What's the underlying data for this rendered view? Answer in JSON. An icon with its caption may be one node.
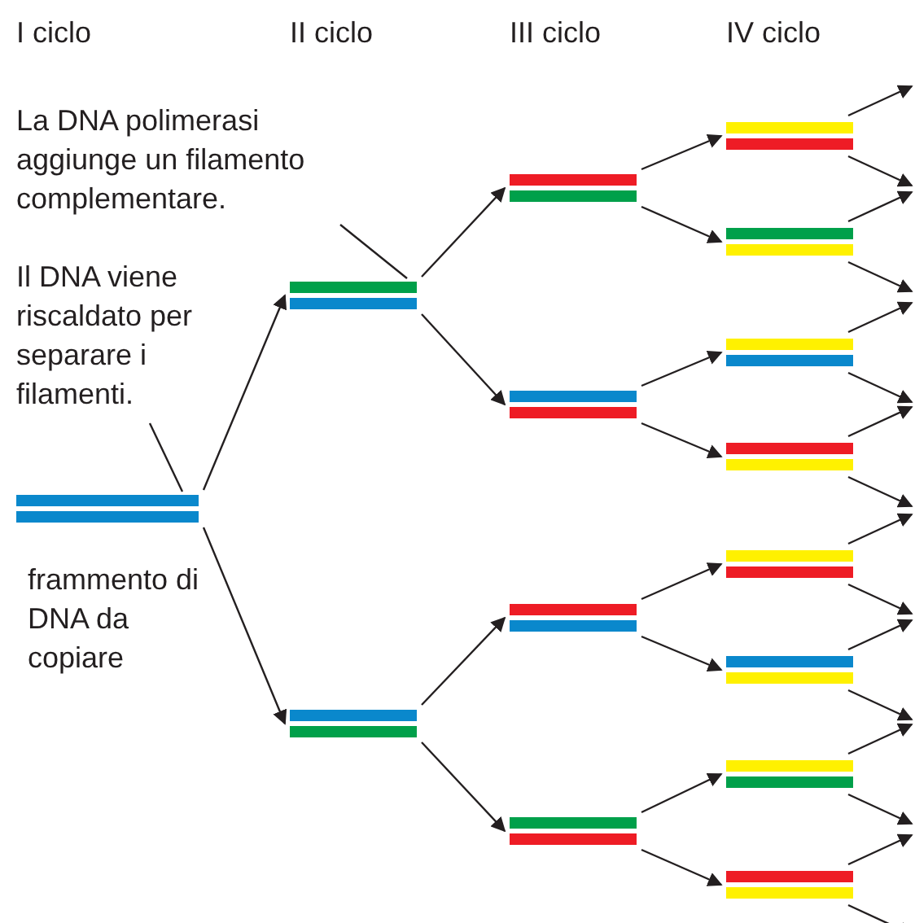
{
  "diagram": {
    "nodes": [
      {
        "text": [],
        "shape": "picture",
        "beside": [
          "frammento di DNA da copiare"
        ]
      },
      {
        "text": [],
        "shape": "picture"
      },
      {
        "text": [],
        "shape": "picture"
      },
      {
        "text": [],
        "shape": "picture"
      },
      {
        "text": [],
        "shape": "picture"
      },
      {
        "text": [],
        "shape": "picture"
      },
      {
        "text": [],
        "shape": "picture"
      },
      {
        "text": [],
        "shape": "picture"
      },
      {
        "text": [],
        "shape": "picture"
      },
      {
        "text": [],
        "shape": "picture"
      },
      {
        "text": [],
        "shape": "picture"
      },
      {
        "text": [],
        "shape": "picture"
      },
      {
        "text": [],
        "shape": "picture"
      },
      {
        "text": [],
        "shape": "picture"
      },
      {
        "text": [],
        "shape": "picture"
      },
      {
        "text": [
          "La DNA polimerasi aggiunge un filamento complementare."
        ]
      },
      {
        "text": [
          "Il DNA viene riscaldato per separare i filamenti."
        ]
      }
    ],
    "edges": [
      {
        "from": 0,
        "to": 1,
        "arrow": "to"
      },
      {
        "from": 0,
        "to": 2,
        "arrow": "to"
      },
      {
        "from": 1,
        "to": 3,
        "arrow": "to"
      },
      {
        "from": 1,
        "to": 4,
        "arrow": "to"
      },
      {
        "from": 2,
        "to": 5,
        "arrow": "to"
      },
      {
        "from": 2,
        "to": 6,
        "arrow": "to"
      },
      {
        "from": 3,
        "to": 7,
        "arrow": "to"
      },
      {
        "from": 3,
        "to": 8,
        "arrow": "to"
      },
      {
        "from": 4,
        "to": 9,
        "arrow": "to"
      },
      {
        "from": 4,
        "to": 10,
        "arrow": "to"
      },
      {
        "from": 5,
        "to": 11,
        "arrow": "to"
      },
      {
        "from": 5,
        "to": 12,
        "arrow": "to"
      },
      {
        "from": 6,
        "to": 13,
        "arrow": "to"
      },
      {
        "from": 6,
        "to": 14,
        "arrow": "to"
      },
      {
        "from": 7,
        "to": null,
        "arrow": "to"
      },
      {
        "from": 7,
        "to": null,
        "arrow": "to"
      },
      {
        "from": 8,
        "to": null,
        "arrow": "to"
      },
      {
        "from": 8,
        "to": null,
        "arrow": "to"
      },
      {
        "from": 9,
        "to": null,
        "arrow": "to"
      },
      {
        "from": 9,
        "to": null,
        "arrow": "to"
      },
      {
        "from": 10,
        "to": null,
        "arrow": "to"
      },
      {
        "from": 10,
        "to": null,
        "arrow": "to"
      },
      {
        "from": 11,
        "to": null,
        "arrow": "to"
      },
      {
        "from": 11,
        "to": null,
        "arrow": "to"
      },
      {
        "from": 12,
        "to": null,
        "arrow": "to"
      },
      {
        "from": 12,
        "to": null,
        "arrow": "to"
      },
      {
        "from": 13,
        "to": null,
        "arrow": "to"
      },
      {
        "from": 13,
        "to": null,
        "arrow": "to"
      },
      {
        "from": 14,
        "to": null,
        "arrow": "to"
      },
      {
        "from": 14,
        "to": null,
        "arrow": "to"
      },
      {
        "from": 15,
        "to": 1,
        "arrow": "none"
      },
      {
        "from": 16,
        "to": 0,
        "arrow": "none"
      }
    ],
    "labels": [
      "I ciclo",
      "II ciclo",
      "III ciclo",
      "IV ciclo"
    ]
  }
}
